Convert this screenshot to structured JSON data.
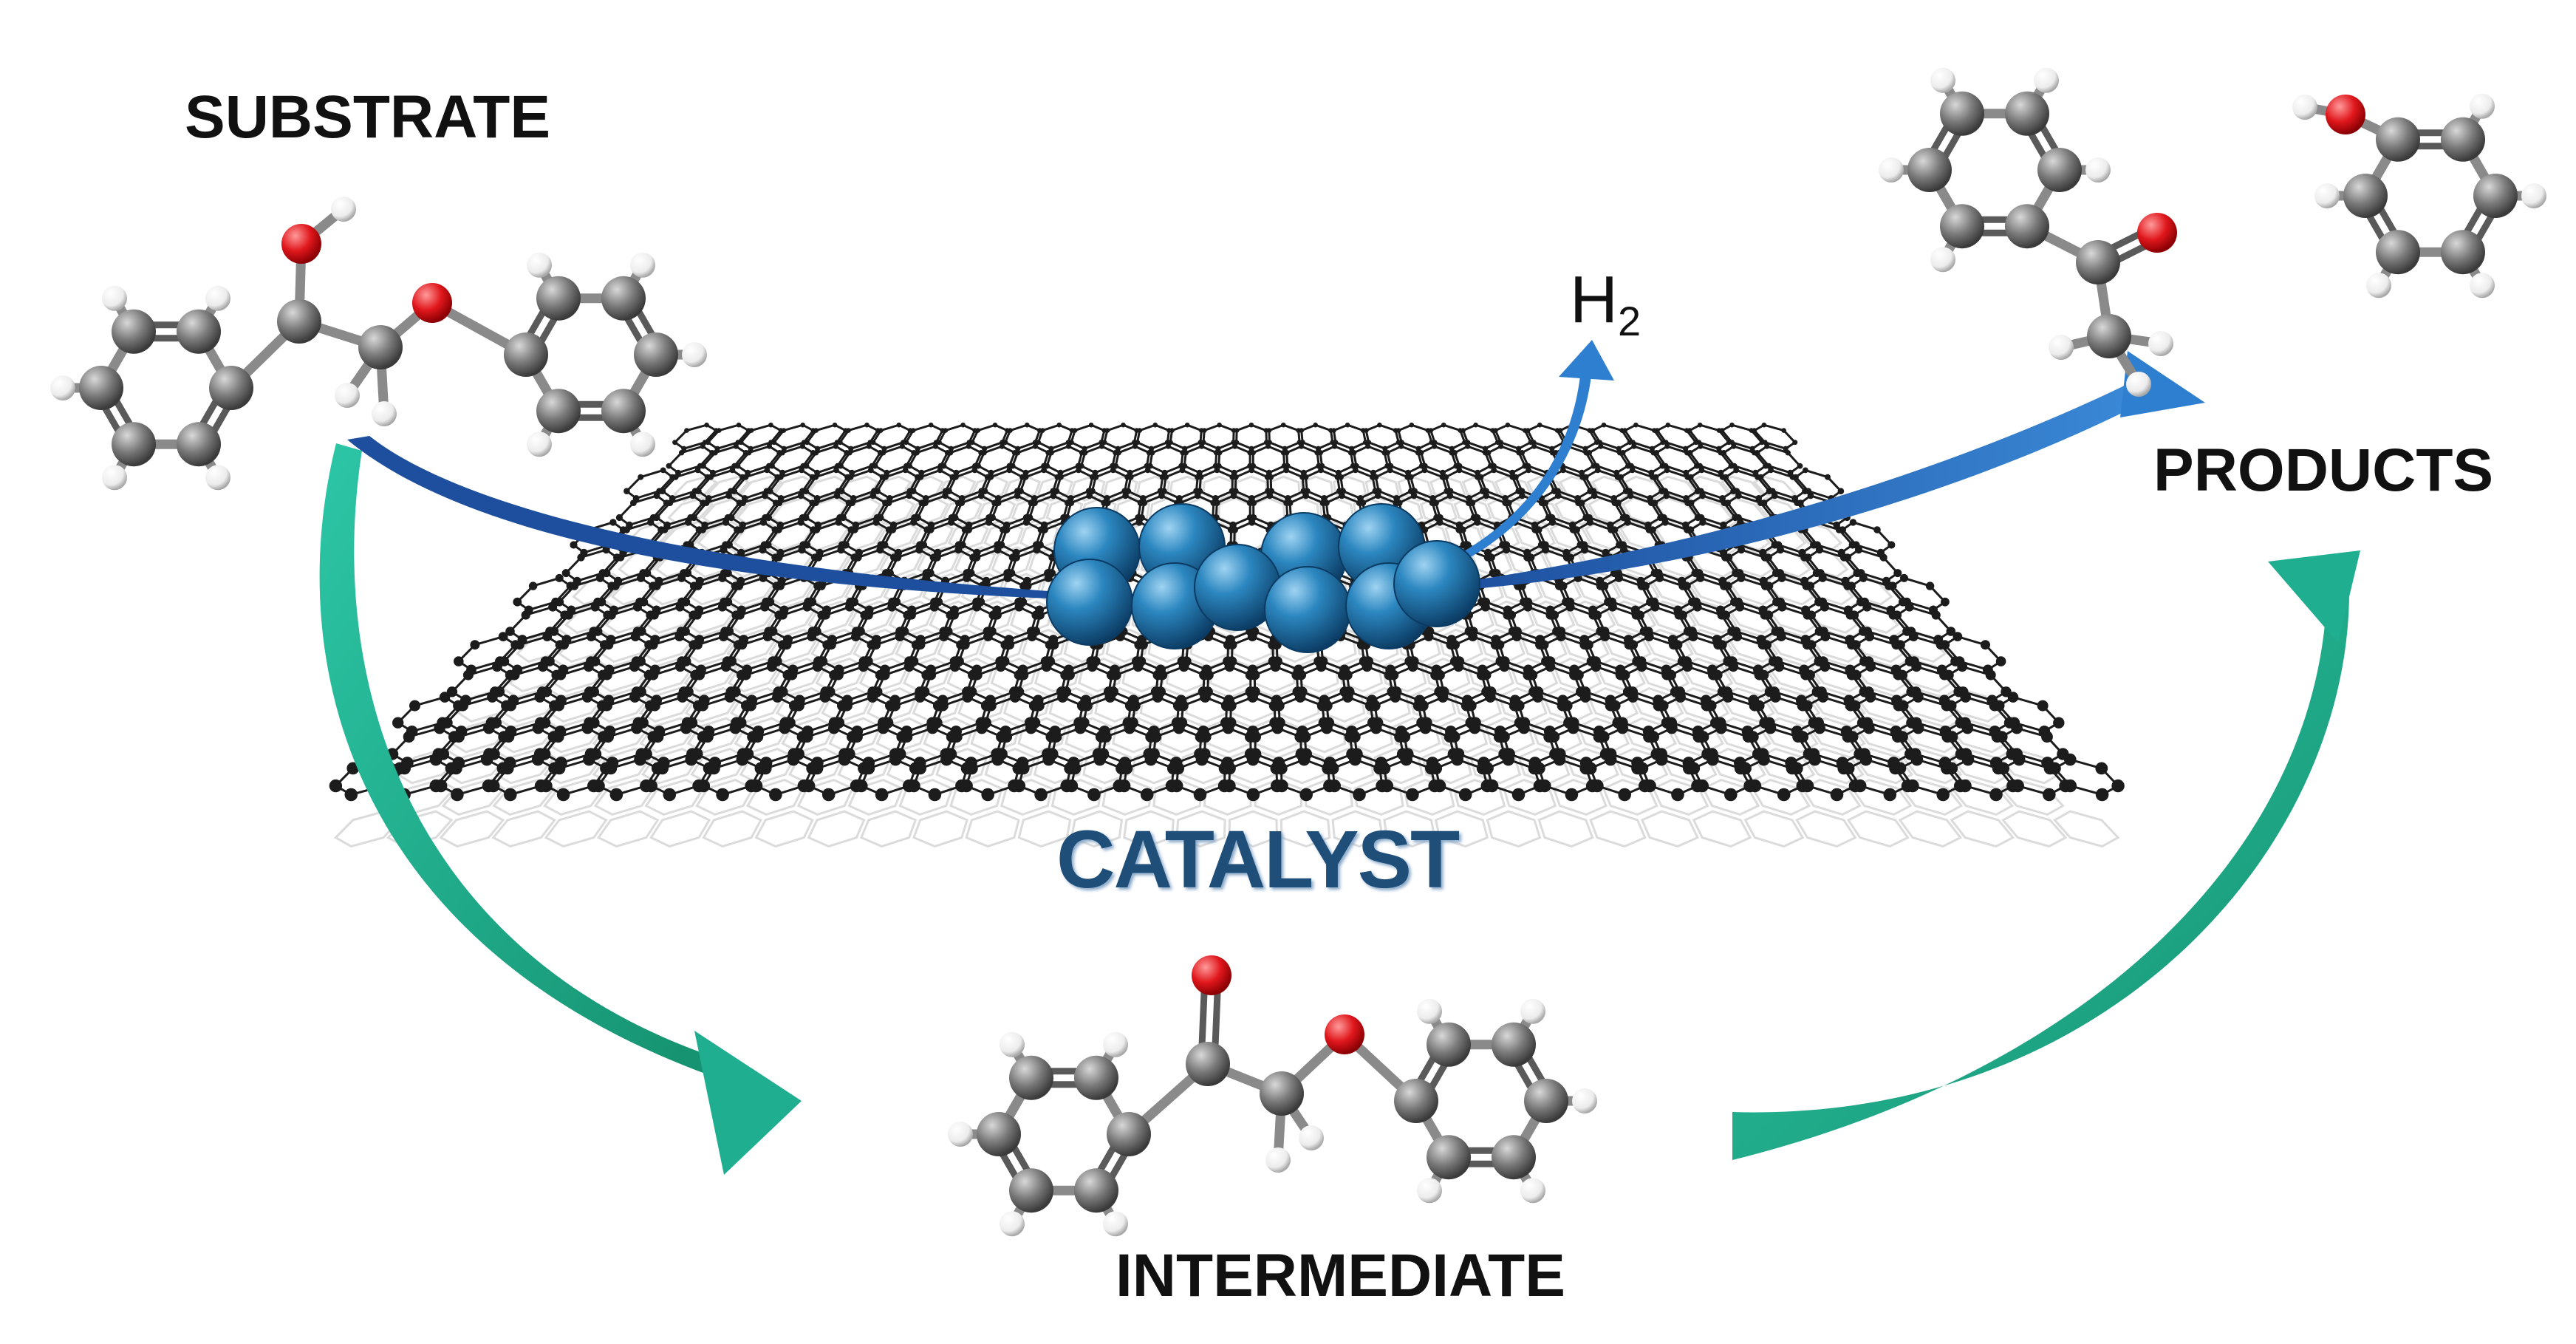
{
  "labels": {
    "substrate": "SUBSTRATE",
    "products": "PRODUCTS",
    "intermediate": "INTERMEDIATE",
    "catalyst": "CATALYST",
    "h2_main": "H",
    "h2_sub": "2"
  },
  "colors": {
    "carbon": "#6b6b6b",
    "oxygen": "#e0171c",
    "hydrogen": "#f2f2f2",
    "nanoparticle": "#1d6fa3",
    "blue_arrow": "#1e5fb5",
    "teal_arrow": "#1fae8f",
    "lattice": "#1c1c1c"
  }
}
